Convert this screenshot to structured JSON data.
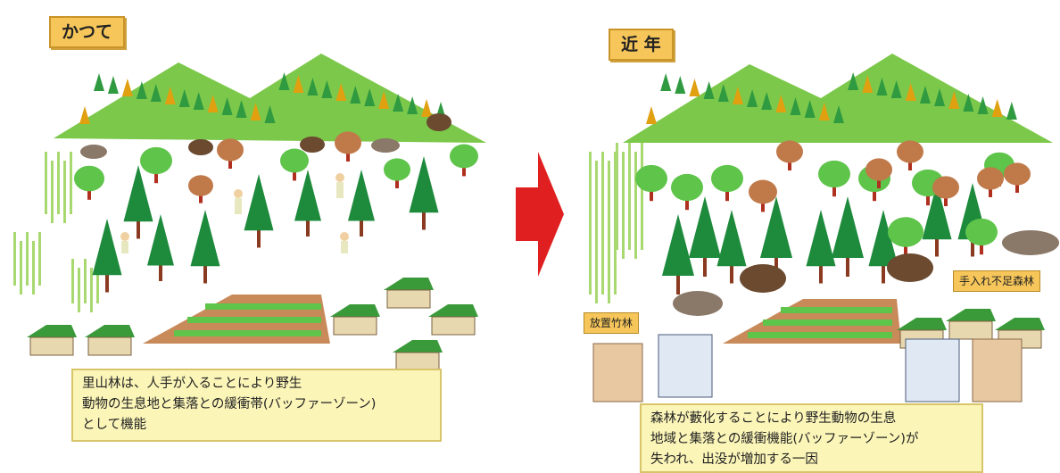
{
  "left": {
    "title": "かつて",
    "caption_lines": [
      "里山林は、人手が入ることにより野生",
      "動物の生息地と集落との緩衝帯(バッファーゾーン)",
      "として機能"
    ]
  },
  "right": {
    "title": "近 年",
    "label_bamboo": "放置竹林",
    "label_forest": "手入れ不足森林",
    "caption_lines": [
      "森林が藪化することにより野生動物の生息",
      "地域と集落との緩衝機能(バッファーゾーン)が",
      "失われ、出没が増加する一因"
    ]
  },
  "colors": {
    "mountain": "#7cc84a",
    "tag_bg": "#f6c65a",
    "caption_bg": "#fbf5b8",
    "arrow": "#e02020",
    "conifer": "#1e8a3c",
    "broadleaf": "#5ec44a",
    "field": "#c98a5a"
  }
}
